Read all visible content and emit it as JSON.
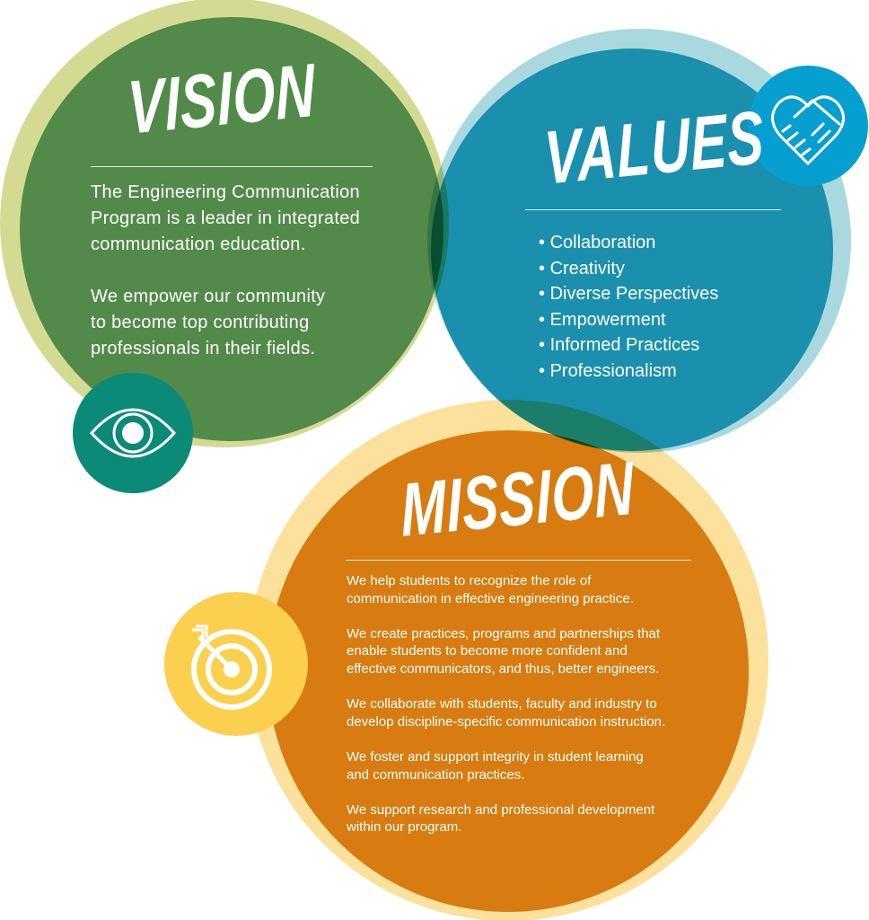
{
  "colors": {
    "vision_ring": "#d5da93",
    "vision_fill": "#62a17f",
    "values_ring": "#a9d9de",
    "values_fill": "#27a8c8",
    "mission_ring": "#fbe19b",
    "mission_fill": "#dc8b1a",
    "eye_badge": "#0b8a77",
    "handshake_badge": "#079fd0",
    "target_badge": "#fcd04f"
  },
  "vision": {
    "title": "VISION",
    "paragraphs": [
      "The Engineering Communication\nProgram is a leader in integrated\ncommunication education.",
      "We empower our community\nto become top contributing\nprofessionals in their fields."
    ],
    "icon": "eye-icon"
  },
  "values": {
    "title": "VALUES",
    "items": [
      "Collaboration",
      "Creativity",
      "Diverse Perspectives",
      "Empowerment",
      "Informed Practices",
      "Professionalism"
    ],
    "icon": "handshake-heart-icon"
  },
  "mission": {
    "title": "MISSION",
    "paragraphs": [
      "We help students to recognize the role of\ncommunication in effective engineering practice.",
      "We create practices, programs and partnerships that\nenable students to become more confident and\neffective communicators, and thus, better engineers.",
      "We collaborate with students, faculty and industry to\ndevelop discipline-specific communication instruction.",
      "We foster and support integrity in student learning\nand communication practices.",
      "We support research and professional development\nwithin our program."
    ],
    "icon": "target-icon"
  }
}
